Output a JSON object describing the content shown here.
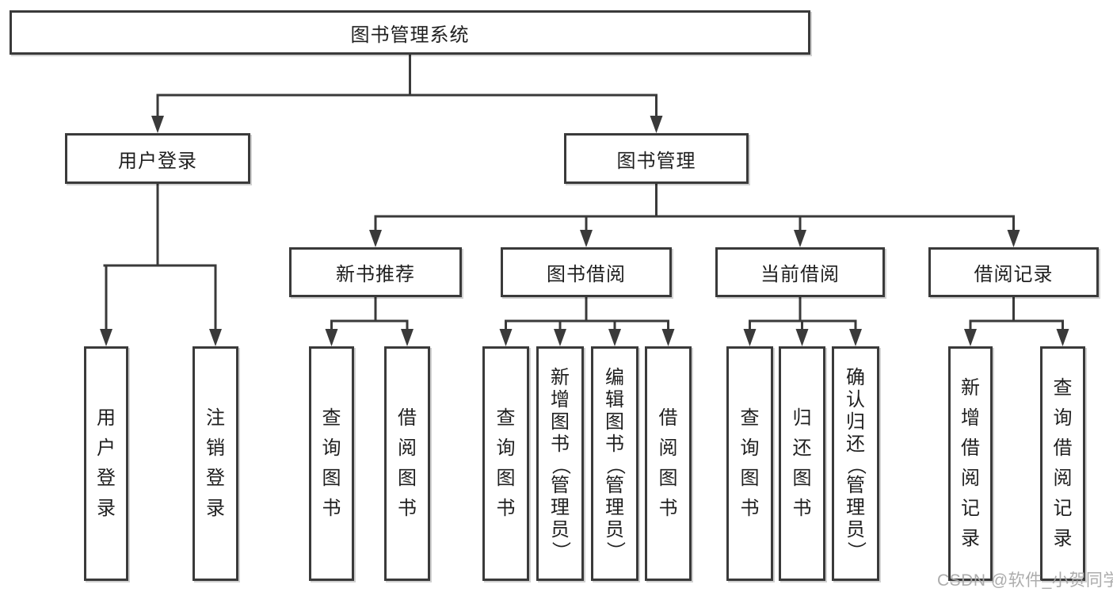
{
  "title": {
    "label": "图书管理系统"
  },
  "modules": {
    "user_login": {
      "label": "用户登录"
    },
    "book_mgmt": {
      "label": "图书管理"
    }
  },
  "submodules": {
    "new_books": {
      "label": "新书推荐"
    },
    "book_borrow": {
      "label": "图书借阅"
    },
    "current_borrow": {
      "label": "当前借阅"
    },
    "borrow_records": {
      "label": "借阅记录"
    }
  },
  "functions": {
    "login": {
      "label": "用户登录"
    },
    "logout": {
      "label": "注销登录"
    },
    "nb_query": {
      "label": "查询图书"
    },
    "nb_borrow": {
      "label": "借阅图书"
    },
    "bb_query": {
      "label": "查询图书"
    },
    "bb_add": {
      "label": "新增图书（管理员）"
    },
    "bb_edit": {
      "label": "编辑图书（管理员）"
    },
    "bb_borrow": {
      "label": "借阅图书"
    },
    "cb_query": {
      "label": "查询图书"
    },
    "cb_return": {
      "label": "归还图书"
    },
    "cb_confirm": {
      "label": "确认归还（管理员）"
    },
    "br_add": {
      "label": "新增借阅记录"
    },
    "br_query": {
      "label": "查询借阅记录"
    }
  },
  "colors": {
    "line": "#3a3a3a",
    "text": "#1f1f1f",
    "watermark": "#a8a8a8"
  },
  "watermark": {
    "text": "CSDN @软件_小贺同学"
  }
}
